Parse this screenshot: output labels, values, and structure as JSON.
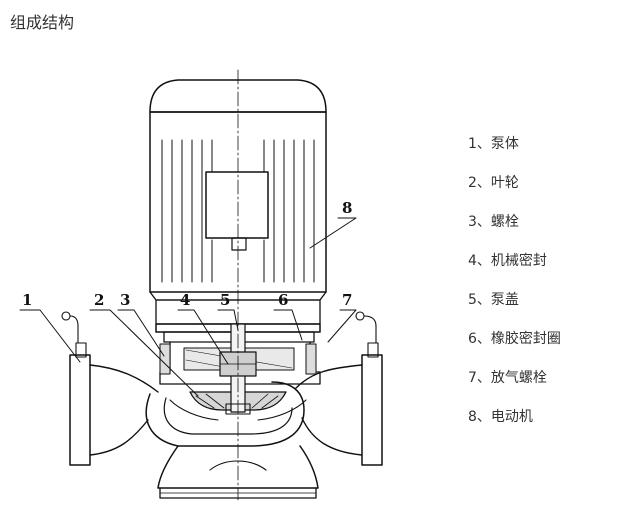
{
  "title": "组成结构",
  "callouts": [
    "1",
    "2",
    "3",
    "4",
    "5",
    "6",
    "7",
    "8"
  ],
  "legend": [
    "1、泵体",
    "2、叶轮",
    "3、螺栓",
    "4、机械密封",
    "5、泵盖",
    "6、橡胶密封圈",
    "7、放气螺栓",
    "8、电动机"
  ],
  "colors": {
    "line": "#111111",
    "text": "#333333",
    "background": "#ffffff"
  }
}
